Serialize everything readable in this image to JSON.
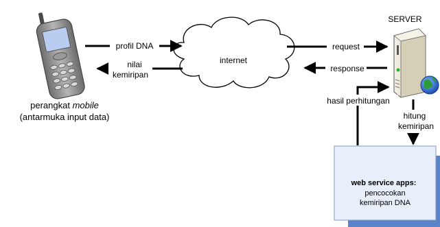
{
  "mobile": {
    "caption_line1_prefix": "perangkat ",
    "caption_line1_italic": "mobile",
    "caption_line2": "(antarmuka input data)"
  },
  "cloud": {
    "label": "internet"
  },
  "server": {
    "label": "SERVER"
  },
  "arrows": {
    "profil_dna": "profil DNA",
    "nilai_line1": "nilai",
    "nilai_line2": "kemiripan",
    "request": "request",
    "response": "response",
    "hasil": "hasil perhitungan",
    "hitung_line1": "hitung",
    "hitung_line2": "kemiripan"
  },
  "webservice": {
    "title": "web service apps:",
    "line1": "pencocokan",
    "line2": "kemiripan DNA"
  },
  "colors": {
    "phone_body": "#8a8a8a",
    "phone_screen": "#b9cdf0",
    "server_body": "#e6e0cf",
    "box_fill": "#e8effa",
    "box_shadow": "#5b84c8",
    "arrow": "#000000"
  },
  "icons": [
    "mobile-phone-icon",
    "cloud-icon",
    "server-icon",
    "globe-icon"
  ]
}
